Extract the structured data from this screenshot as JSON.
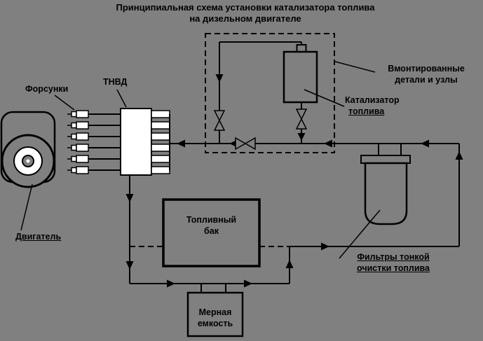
{
  "title": {
    "line1": "Принципиальная схема установки катализатора топлива",
    "line2": "на дизельном двигателе"
  },
  "labels": {
    "injectors": "Форсунки",
    "pump": "ТНВД",
    "builtin_line1": "Вмонтированные",
    "builtin_line2": "детали и узлы",
    "catalyst_line1": "Катализатор",
    "catalyst_line2": "топлива",
    "engine": "Двигатель",
    "tank_line1": "Топливный",
    "tank_line2": "бак",
    "filter_line1": "Фильтры тонкой",
    "filter_line2": "очистки  топлива",
    "measuring_line1": "Мерная",
    "measuring_line2": "емкость"
  },
  "colors": {
    "background": "#808080",
    "line": "#000000",
    "component_fill": "#ffffff"
  }
}
